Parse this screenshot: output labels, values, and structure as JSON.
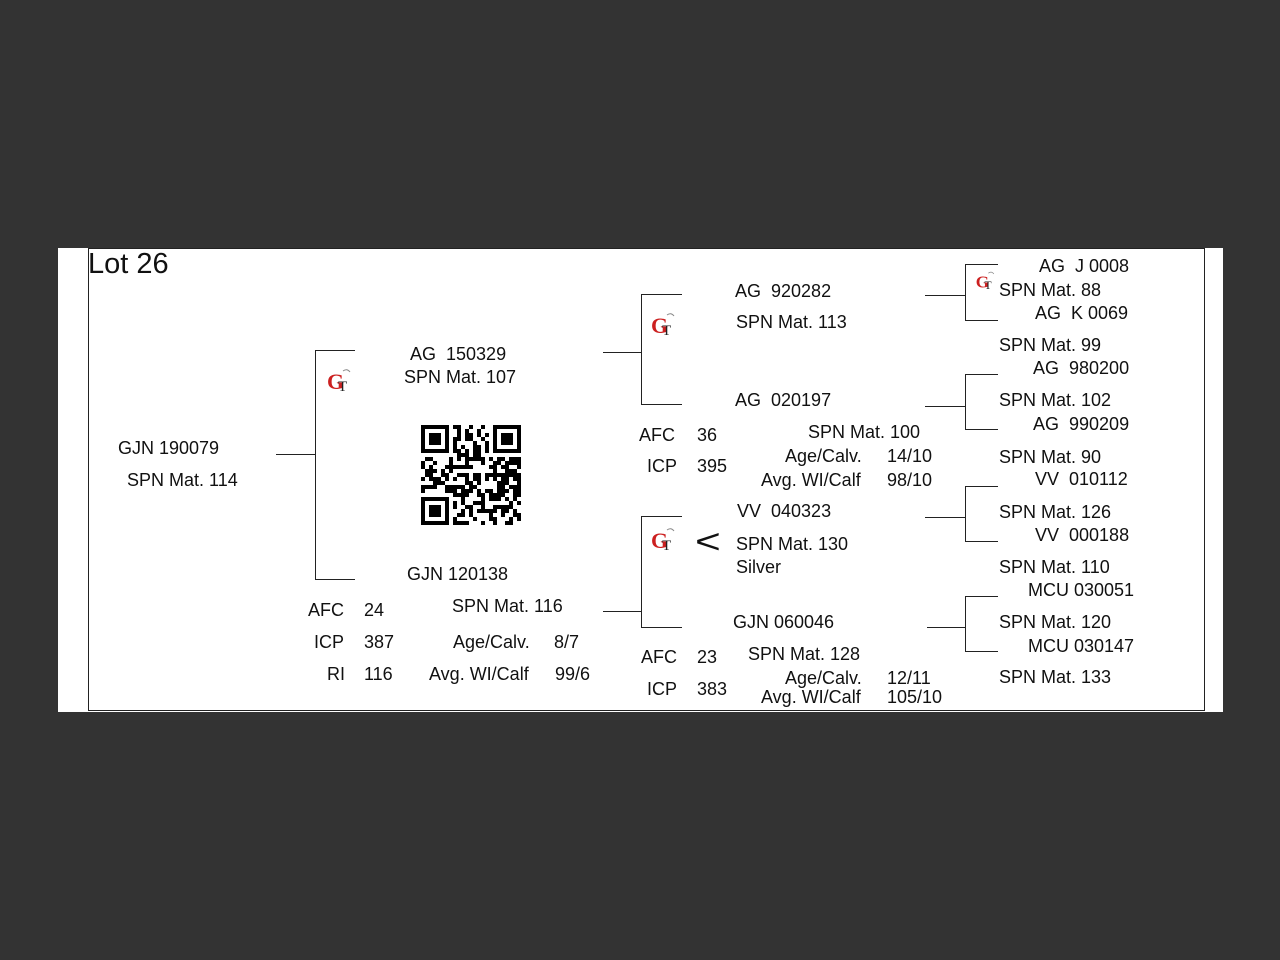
{
  "lot_label": "Lot 26",
  "animal": {
    "id": "GJN 190079",
    "spn": "SPN Mat. 114"
  },
  "sire": {
    "id": "AG  150329",
    "spn": "SPN Mat. 107"
  },
  "dam": {
    "id": "GJN 120138",
    "spn": "SPN Mat. 116",
    "afc_label": "AFC",
    "afc": "24",
    "icp_label": "ICP",
    "icp": "387",
    "ri_label": "RI",
    "ri": "116",
    "age_calv_label": "Age/Calv.",
    "age_calv": "8/7",
    "avg_wi_label": "Avg. WI/Calf",
    "avg_wi": "99/6"
  },
  "ss": {
    "id": "AG  920282",
    "spn": "SPN Mat. 113"
  },
  "sd": {
    "id": "AG  020197",
    "spn": "SPN Mat. 100",
    "afc_label": "AFC",
    "afc": "36",
    "icp_label": "ICP",
    "icp": "395",
    "age_calv_label": "Age/Calv.",
    "age_calv": "14/10",
    "avg_wi_label": "Avg. WI/Calf",
    "avg_wi": "98/10"
  },
  "ds": {
    "id": "VV  040323",
    "spn": "SPN Mat. 130",
    "award": "Silver",
    "symbol": "<"
  },
  "dd": {
    "id": "GJN 060046",
    "spn": "SPN Mat. 128",
    "afc_label": "AFC",
    "afc": "23",
    "icp_label": "ICP",
    "icp": "383",
    "age_calv_label": "Age/Calv.",
    "age_calv": "12/11",
    "avg_wi_label": "Avg. WI/Calf",
    "avg_wi": "105/10"
  },
  "gen4": [
    {
      "id": "AG  J 0008",
      "spn": "SPN Mat. 88"
    },
    {
      "id": "AG  K 0069",
      "spn": "SPN Mat. 99"
    },
    {
      "id": "AG  980200",
      "spn": "SPN Mat. 102"
    },
    {
      "id": "AG  990209",
      "spn": "SPN Mat. 90"
    },
    {
      "id": "VV  010112",
      "spn": "SPN Mat. 126"
    },
    {
      "id": "VV  000188",
      "spn": "SPN Mat. 110"
    },
    {
      "id": "MCU 030051",
      "spn": "SPN Mat. 120"
    },
    {
      "id": "MCU 030147",
      "spn": "SPN Mat. 133"
    }
  ],
  "logo": {
    "icon": "gt-breeder-logo",
    "letters": "GT",
    "color_g": "#cc2020",
    "color_t": "#222222"
  },
  "qr": {
    "icon": "qr-code-icon"
  }
}
